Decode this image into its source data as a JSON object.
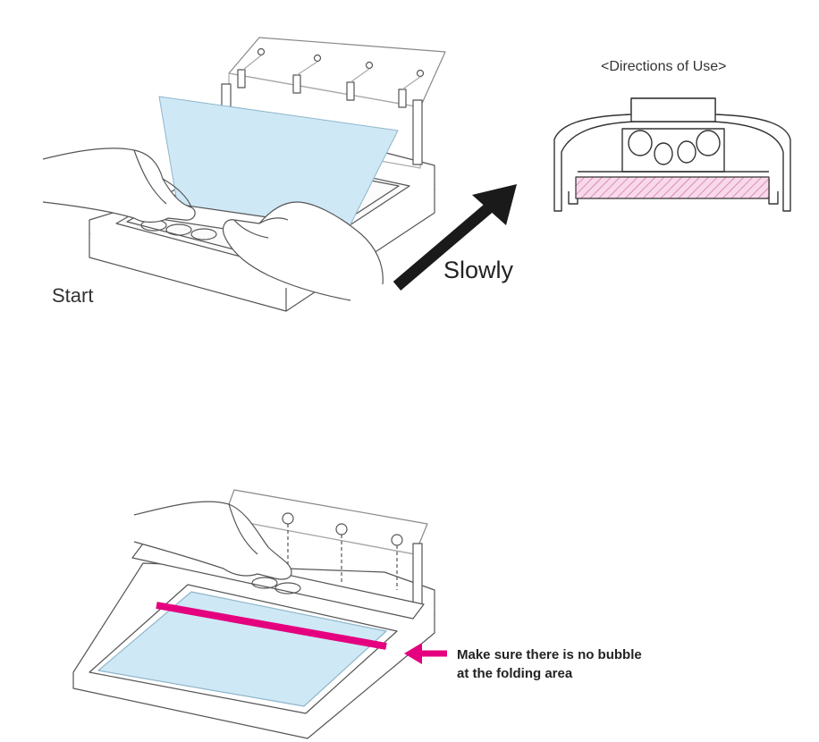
{
  "labels": {
    "start": "Start",
    "slowly": "Slowly",
    "directions": "<Directions of Use>",
    "bubble_line1": "Make sure there is no bubble",
    "bubble_line2": "at the folding area"
  },
  "colors": {
    "line": "#555555",
    "film": "#cfe8f6",
    "arrow": "#1a1a1a",
    "highlight": "#e4007f",
    "hatch": "#d46aa0",
    "hatch_fill": "#f7d9ea"
  },
  "icons": {
    "direction_arrow": "diagonal-arrow-up-right",
    "pointer_arrow": "left-arrow"
  }
}
